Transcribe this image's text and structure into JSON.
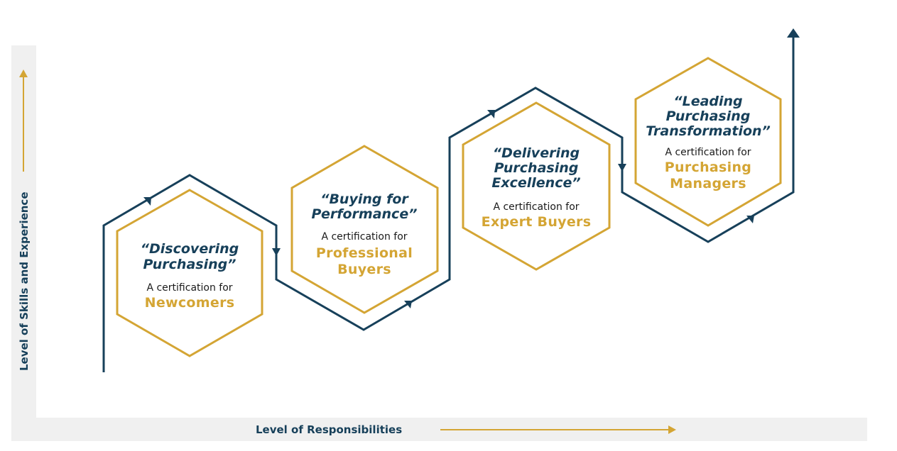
{
  "colors": {
    "navy": "#17405a",
    "gold": "#d4a534",
    "axis_bg": "#f0f0f0"
  },
  "axes": {
    "y_label": "Level of Skills and Experience",
    "x_label": "Level of Responsibilities"
  },
  "stages": [
    {
      "title_line1": "“Discovering",
      "title_line2": "Purchasing”",
      "title_line3": "",
      "subtitle": "A certification for",
      "audience_line1": "Newcomers",
      "audience_line2": ""
    },
    {
      "title_line1": "“Buying for",
      "title_line2": "Performance”",
      "title_line3": "",
      "subtitle": "A certification for",
      "audience_line1": "Professional",
      "audience_line2": "Buyers"
    },
    {
      "title_line1": "“Delivering",
      "title_line2": "Purchasing",
      "title_line3": "Excellence”",
      "subtitle": "A certification for",
      "audience_line1": "Expert Buyers",
      "audience_line2": ""
    },
    {
      "title_line1": "“Leading",
      "title_line2": "Purchasing",
      "title_line3": "Transformation”",
      "subtitle": "A certification for",
      "audience_line1": "Purchasing",
      "audience_line2": "Managers"
    }
  ]
}
